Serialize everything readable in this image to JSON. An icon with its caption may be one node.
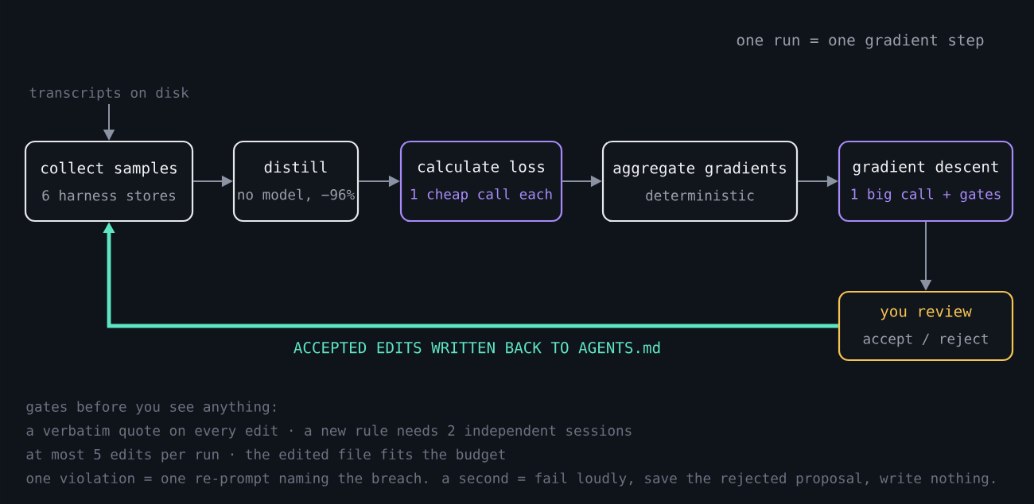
{
  "diagram": {
    "nodes": [
      {
        "text": [
          "transcripts on disk"
        ]
      },
      {
        "text": [
          "collect samples",
          "6 harness stores"
        ]
      },
      {
        "text": [
          "distill",
          "no model, −96%"
        ]
      },
      {
        "text": [
          "calculate loss",
          "1 cheap call each"
        ]
      },
      {
        "text": [
          "aggregate gradients",
          "deterministic"
        ]
      },
      {
        "text": [
          "gradient descent",
          "1 big call + gates"
        ]
      },
      {
        "text": [
          "you review",
          "accept / reject"
        ]
      }
    ],
    "edges": [
      {
        "from": 0,
        "to": 1,
        "arrow": "to"
      },
      {
        "from": 1,
        "to": 2,
        "arrow": "to"
      },
      {
        "from": 2,
        "to": 3,
        "arrow": "to"
      },
      {
        "from": 3,
        "to": 4,
        "arrow": "to"
      },
      {
        "from": 4,
        "to": 5,
        "arrow": "to"
      },
      {
        "from": 5,
        "to": 6,
        "arrow": "to"
      },
      {
        "from": 6,
        "to": 1,
        "arrow": "to",
        "label": "ACCEPTED EDITS WRITTEN BACK TO AGENTS.md",
        "style": "thick",
        "color": "#5ee6c4"
      }
    ],
    "labels": [
      "one run = one gradient step",
      "gates before you see anything:",
      "a verbatim quote on every edit · a new rule needs 2 independent sessions",
      "at most 5 edits per run · the edited file fits the budget",
      "one violation = one re-prompt naming the breach. a second = fail loudly, save the rejected proposal, write nothing."
    ]
  }
}
